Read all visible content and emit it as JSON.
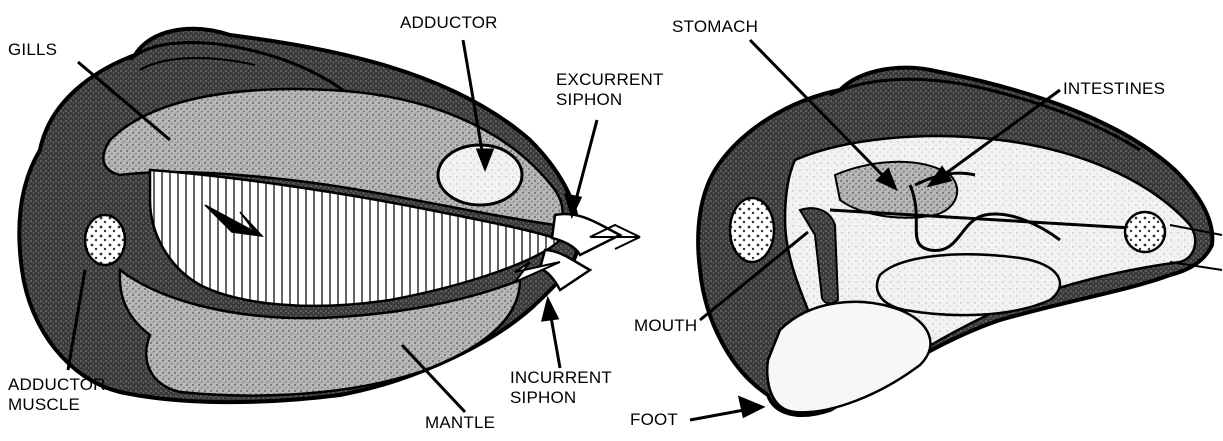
{
  "labels": {
    "gills": "GILLS",
    "adductor": "ADDUCTOR",
    "excurrent_siphon": "EXCURRENT\nSIPHON",
    "adductor_muscle": "ADDUCTOR\nMUSCLE",
    "incurrent_siphon": "INCURRENT\nSIPHON",
    "mantle": "MANTLE",
    "stomach": "STOMACH",
    "intestines": "INTESTINES",
    "mouth": "MOUTH",
    "foot": "FOOT"
  }
}
